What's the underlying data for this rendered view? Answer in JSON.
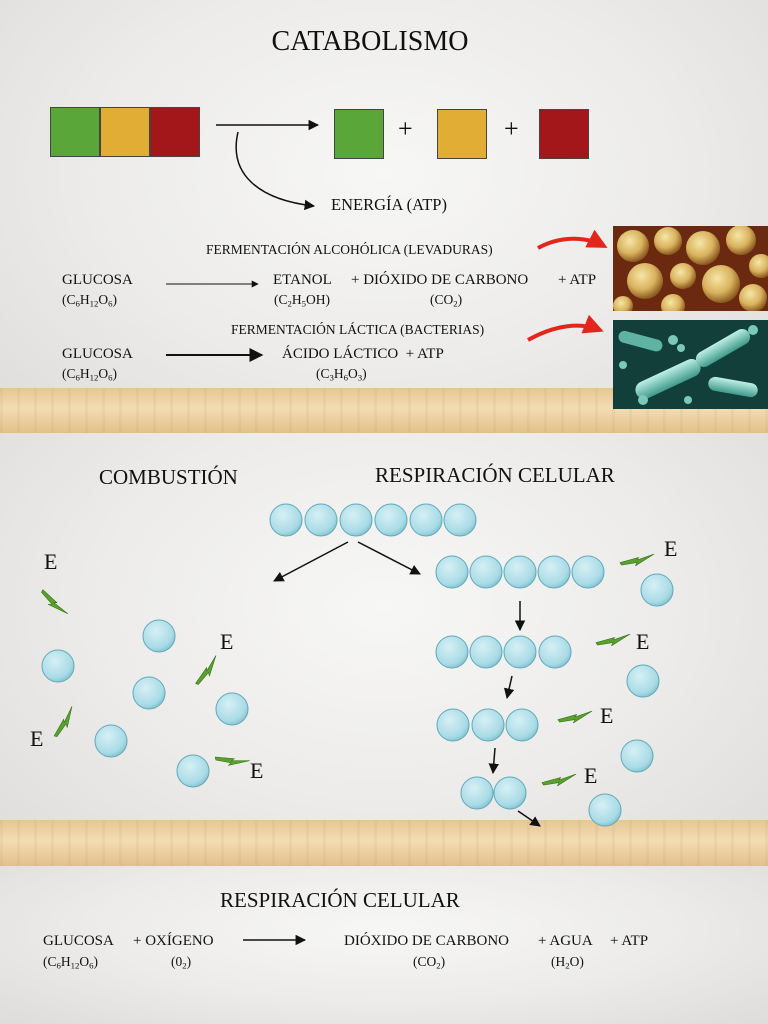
{
  "slide1": {
    "title": "CATABOLISMO",
    "colors": {
      "green": "#5aa639",
      "orange": "#e2ad35",
      "red": "#a3161a"
    },
    "plus_sign": "+",
    "energy_label": "ENERGÍA (ATP)",
    "alcoholic": {
      "title": "FERMENTACIÓN ALCOHÓLICA (LEVADURAS)",
      "reactant": "GLUCOSA",
      "reactant_formula": {
        "pre": "(C",
        "s1": "6",
        "m1": "H",
        "s2": "12",
        "m2": "O",
        "s3": "6",
        "post": ")"
      },
      "product1": "ETANOL",
      "product1_formula": {
        "pre": "(C",
        "s1": "2",
        "m1": "H",
        "s2": "5",
        "post": "OH)"
      },
      "product2": "+ DIÓXIDO DE CARBONO",
      "product2_formula": {
        "pre": "(CO",
        "s1": "2",
        "post": ")"
      },
      "atp": "+ ATP"
    },
    "lactic": {
      "title": "FERMENTACIÓN LÁCTICA (BACTERIAS)",
      "reactant": "GLUCOSA",
      "reactant_formula": {
        "pre": "(C",
        "s1": "6",
        "m1": "H",
        "s2": "12",
        "m2": "O",
        "s3": "6",
        "post": ")"
      },
      "product": "ÁCIDO LÁCTICO  + ATP",
      "product_formula": {
        "pre": "(C",
        "s1": "3",
        "m1": "H",
        "s2": "6",
        "m2": "O",
        "s3": "3",
        "post": ")"
      }
    }
  },
  "slide2": {
    "combustion_title": "COMBUSTIÓN",
    "respiration_title": "RESPIRACIÓN CELULAR",
    "energy_letter": "E",
    "bead_color": "#a9dbe6"
  },
  "slide3": {
    "title": "RESPIRACIÓN CELULAR",
    "reactant1": "GLUCOSA",
    "reactant1_formula": {
      "pre": "(C",
      "s1": "6",
      "m1": "H",
      "s2": "12",
      "m2": "O",
      "s3": "6",
      "post": ")"
    },
    "reactant2": "+ OXÍGENO",
    "reactant2_formula": {
      "pre": "(0",
      "s1": "2",
      "post": ")"
    },
    "product1": "DIÓXIDO DE CARBONO",
    "product1_formula": {
      "pre": "(CO",
      "s1": "2",
      "post": ")"
    },
    "product2": "+ AGUA",
    "product2_formula": {
      "pre": "(H",
      "s1": "2",
      "post": "O)"
    },
    "atp": "+ ATP"
  }
}
